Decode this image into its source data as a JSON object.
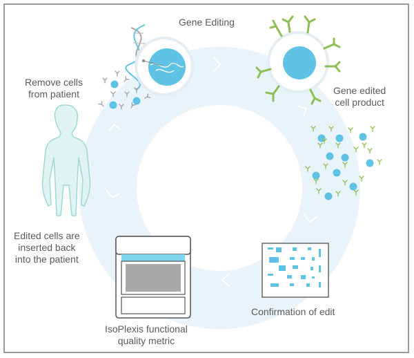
{
  "labels": {
    "gene_editing": "Gene Editing",
    "remove_line1": "Remove cells",
    "remove_line2": "from patient",
    "edited_product_line1": "Gene edited",
    "edited_product_line2": "cell product",
    "inserted_line1": "Edited cells are",
    "inserted_line2": "inserted back",
    "inserted_line3": "into the patient",
    "confirmation": "Confirmation of edit",
    "isoplexis_line1": "IsoPlexis functional",
    "isoplexis_line2": "quality metric"
  },
  "colors": {
    "ring": "#e8f3fa",
    "cell_blue": "#5ec3e4",
    "antibody_green": "#8dbf55",
    "body_teal": "#dff3f2",
    "body_outline": "#9ed9d6",
    "instrument_gray": "#a9a9a9",
    "arrow": "#ffffff"
  }
}
